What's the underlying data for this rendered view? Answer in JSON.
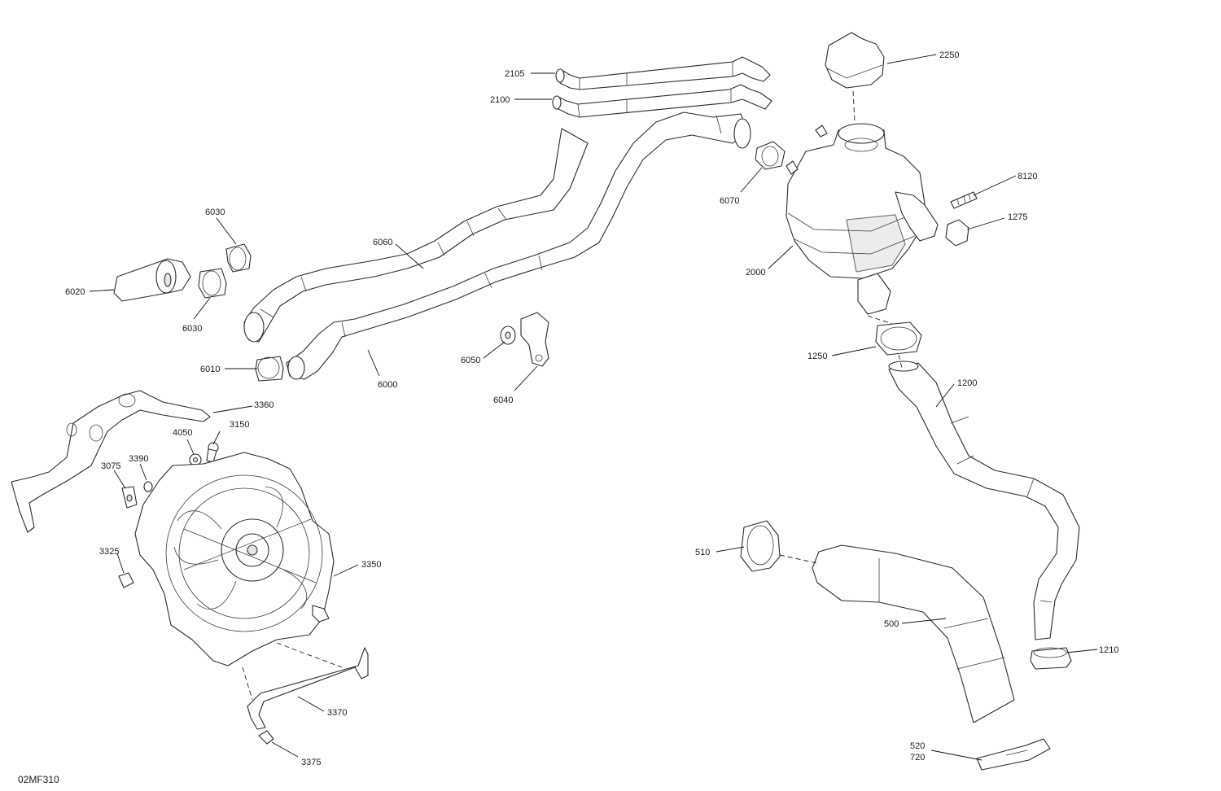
{
  "figure_code": "02MF310",
  "callouts": {
    "c2105": "2105",
    "c2100": "2100",
    "c2250": "2250",
    "c8120": "8120",
    "c1275": "1275",
    "c6070": "6070",
    "c2000": "2000",
    "c6030a": "6030",
    "c6030b": "6030",
    "c6020": "6020",
    "c6060": "6060",
    "c6010": "6010",
    "c6000": "6000",
    "c6050": "6050",
    "c6040": "6040",
    "c1250": "1250",
    "c1200": "1200",
    "c3360": "3360",
    "c3150": "3150",
    "c4050": "4050",
    "c3075": "3075",
    "c3390": "3390",
    "c3325": "3325",
    "c3350": "3350",
    "c510": "510",
    "c500": "500",
    "c1210": "1210",
    "c3370": "3370",
    "c3375": "3375",
    "c520": "520",
    "c720": "720"
  }
}
